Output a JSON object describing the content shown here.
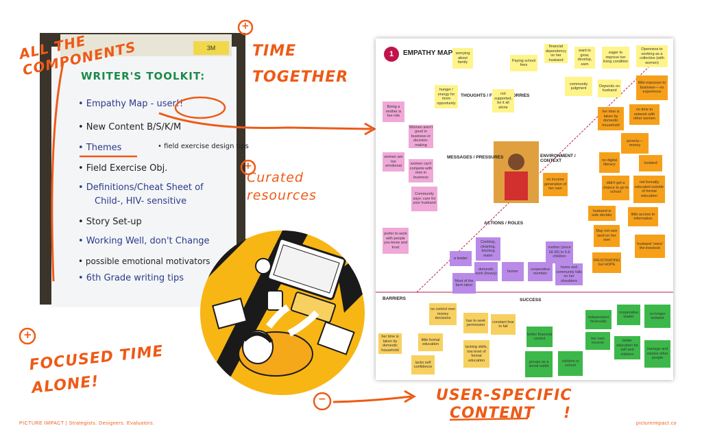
{
  "flipchart": {
    "pad_brand": "3M",
    "title": "WRITER'S TOOLKIT:",
    "items": [
      "• Empathy Map - user!!",
      "• New Content   B/S/K/M",
      "• Themes",
      "• Field Exercise Obj.",
      "• Definitions/Cheat Sheet of",
      "Child-, HIV- sensitive",
      "• Story Set-up",
      "• Working Well, don't Change",
      "• possible emotional motivators",
      "• 6th Grade writing tips"
    ],
    "side_note": "• field exercise design tips"
  },
  "annotations": {
    "all_components": "ALL THE COMPONENTS",
    "time_together": "TIME TOGETHER",
    "curated_resources": "Curated resources",
    "focused_time_alone": "FOCUSED TIME ALONE!",
    "user_specific": "USER-SPECIFIC",
    "content": "CONTENT",
    "exclaim": "!",
    "plus": "+",
    "minus": "−"
  },
  "empathy_map": {
    "number": "1",
    "title": "EMPATHY MAP",
    "sections": {
      "thoughts": "THOUGHTS / FEARS / WORRIES",
      "messages": "MESSAGES / PRESSURES",
      "environment": "ENVIRONMENT / CONTEXT",
      "actions": "ACTIONS / ROLES",
      "barriers": "BARRIERS",
      "success": "SUCCESS"
    },
    "notes": {
      "n1": "worrying about family",
      "n2": "Paying school fees",
      "n3": "financial dependency on her husband",
      "n4": "want to grow, develop, earn",
      "n5": "eager to improve her living condition",
      "n6": "Openness to working as a collective (with women)",
      "n7": "hunger / energy for more opportunity",
      "n8": "not supported, be it all alone",
      "n9": "community judgment",
      "n10": "little exposure to business— no experience",
      "n11": "Being a mother is her role",
      "n12": "Depends on husband",
      "n13": "no time to network with other women",
      "n14": "Women aren't good in business or decision-making",
      "n15": "her time is taken by domestic household",
      "n16": "poverty— money",
      "n17": "women are too emotional",
      "n18": "no digital literacy",
      "n19": "Isolated",
      "n20": "women can't compete with men in business",
      "n21": "Community says: care for your husband",
      "n22": "no income generation of her own",
      "n23": "didn't get a chance to go to school",
      "n24": "not formally educated outside of formal education",
      "n25": "husband is sole decider",
      "n26": "little access to information",
      "n27": "prefer to work with people you know and trust",
      "n28": "Cooking, cleaning, fetching water",
      "n29": "May not own land on her own",
      "n30": "husband 'owns' the livestock",
      "n31": "farmer",
      "n32": "domestic work (heavy)",
      "n33": "cooperative member",
      "n34": "mother (since 18-20) to 5-6 children",
      "n35": "home and community falls on her shoulders",
      "n36": "FRUSTRATING but HOPE",
      "n37": "Most of the farm labor",
      "n38": "no control over money decisions",
      "n39": "has to seek permission",
      "n40": "constant fear to fail",
      "n41": "little formal education",
      "n42": "lacking skills, low level of formal education",
      "n43": "lacks self confidence",
      "n44": "better financial control",
      "n45": "independent financially",
      "n46": "her own income",
      "n47": "better education for self and children",
      "n48": "groups as a social outlet",
      "n49": "children in school",
      "n50": "no longer isolated",
      "n51": "manage and mentor other people",
      "n52": "cooperative leader",
      "n53": "a leader"
    }
  },
  "footer": {
    "left": "PICTURE IMPACT | Strategists. Designers. Evaluators.",
    "right": "pictureimpact.co"
  },
  "colors": {
    "accent": "#ee5a16",
    "map_title": "#c0144a",
    "note_yellow": "#fff48a",
    "note_orange": "#f6a01a",
    "note_pink": "#f0a8d8",
    "note_purple": "#b98ae8",
    "note_green": "#3cb84a",
    "illustration_yellow": "#f7b614"
  }
}
